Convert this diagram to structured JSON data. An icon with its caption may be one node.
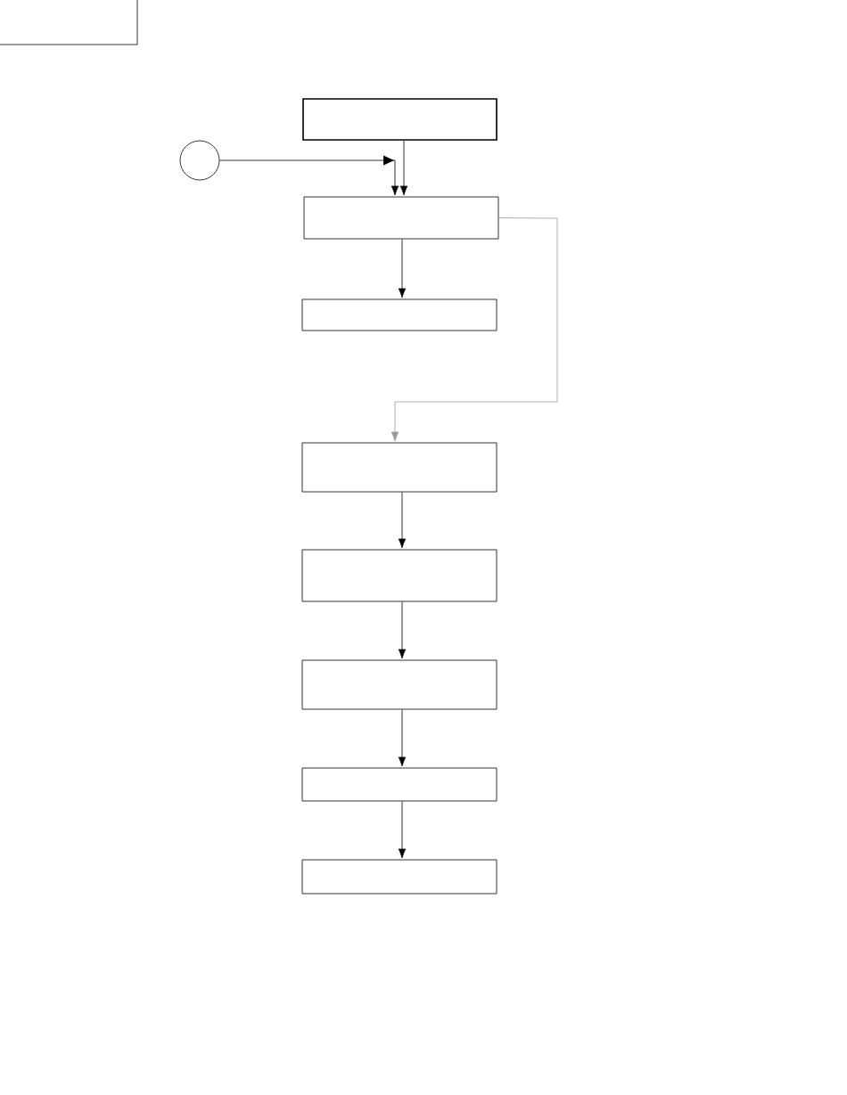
{
  "diagram": {
    "nodes": [
      {
        "text": [],
        "shape": "box"
      },
      {
        "text": [],
        "shape": "circle"
      },
      {
        "text": [],
        "shape": "box"
      },
      {
        "text": [],
        "shape": "box"
      },
      {
        "text": [],
        "shape": "box"
      },
      {
        "text": [],
        "shape": "box"
      },
      {
        "text": [],
        "shape": "box"
      },
      {
        "text": [],
        "shape": "box"
      },
      {
        "text": [],
        "shape": "box"
      }
    ],
    "edges": [
      {
        "from": 0,
        "to": 2,
        "arrow": "to"
      },
      {
        "from": 1,
        "to": 2,
        "arrow": "to"
      },
      {
        "from": 2,
        "to": 3,
        "arrow": "to"
      },
      {
        "from": 2,
        "to": 4,
        "arrow": "to",
        "color": "#999999"
      },
      {
        "from": 4,
        "to": 5,
        "arrow": "to"
      },
      {
        "from": 5,
        "to": 6,
        "arrow": "to"
      },
      {
        "from": 6,
        "to": 7,
        "arrow": "to"
      },
      {
        "from": 7,
        "to": 8,
        "arrow": "to"
      }
    ]
  }
}
